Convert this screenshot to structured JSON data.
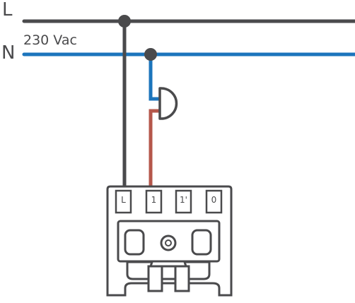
{
  "lines": {
    "phase_label": "L",
    "neutral_label": "N",
    "voltage_label": "230 Vac"
  },
  "terminals": [
    {
      "label": "L"
    },
    {
      "label": "1"
    },
    {
      "label": "1'"
    },
    {
      "label": "0"
    }
  ],
  "colors": {
    "phase_wire": "#4a4a4c",
    "neutral_wire": "#1c75bc",
    "load_wire": "#b5574b",
    "outline": "#4a4a4c",
    "background": "#ffffff"
  },
  "components": {
    "load": "bell-icon",
    "device": "switch-module"
  }
}
